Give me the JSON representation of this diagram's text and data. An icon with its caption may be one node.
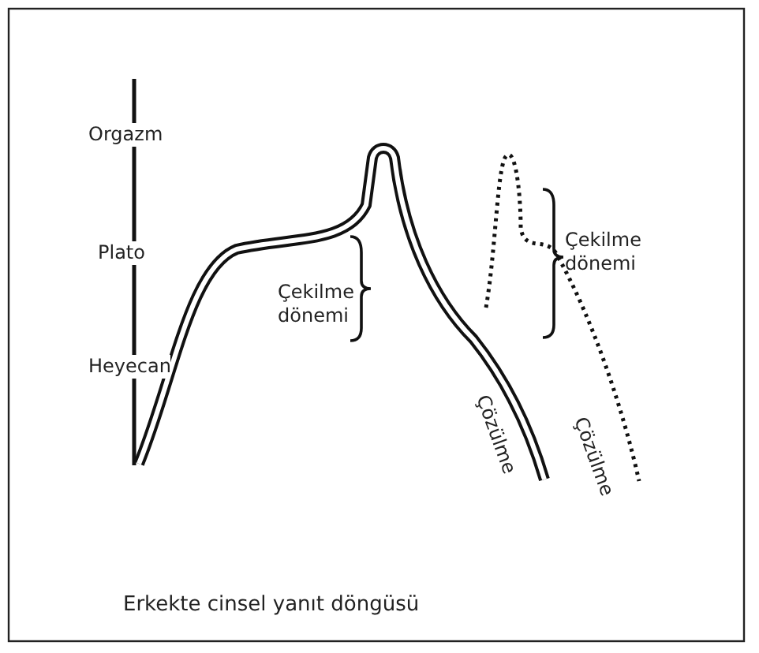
{
  "diagram": {
    "caption": "Erkekte cinsel yanıt döngüsü",
    "labels": [
      "Orgazm",
      "Plato",
      "Heyecan",
      "Çekilme dönemi",
      "Çözülme",
      "Çekilme dönemi",
      "Çözülme"
    ]
  }
}
